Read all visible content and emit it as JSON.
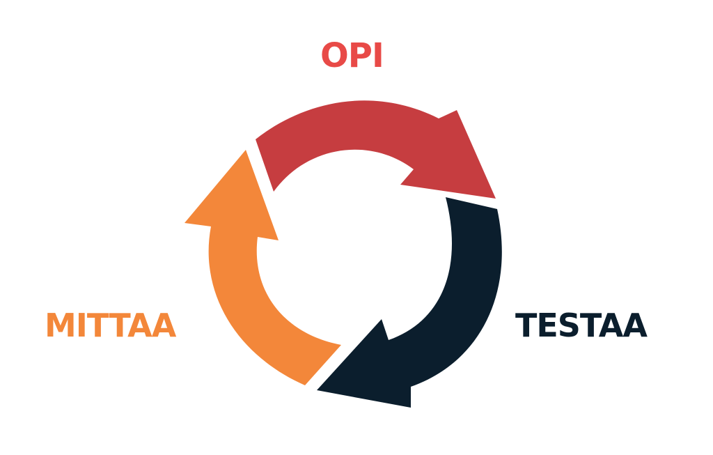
{
  "diagram": {
    "labels": {
      "top": "OPI",
      "right": "TESTAA",
      "left": "MITTAA"
    },
    "colors": {
      "opi": "#C63D40",
      "testaa": "#0B1E2D",
      "mittaa": "#F3873A",
      "opi_label": "#E84A47",
      "testaa_label": "#0B1E2D",
      "mittaa_label": "#F3873A",
      "background": "#FFFFFF"
    }
  }
}
